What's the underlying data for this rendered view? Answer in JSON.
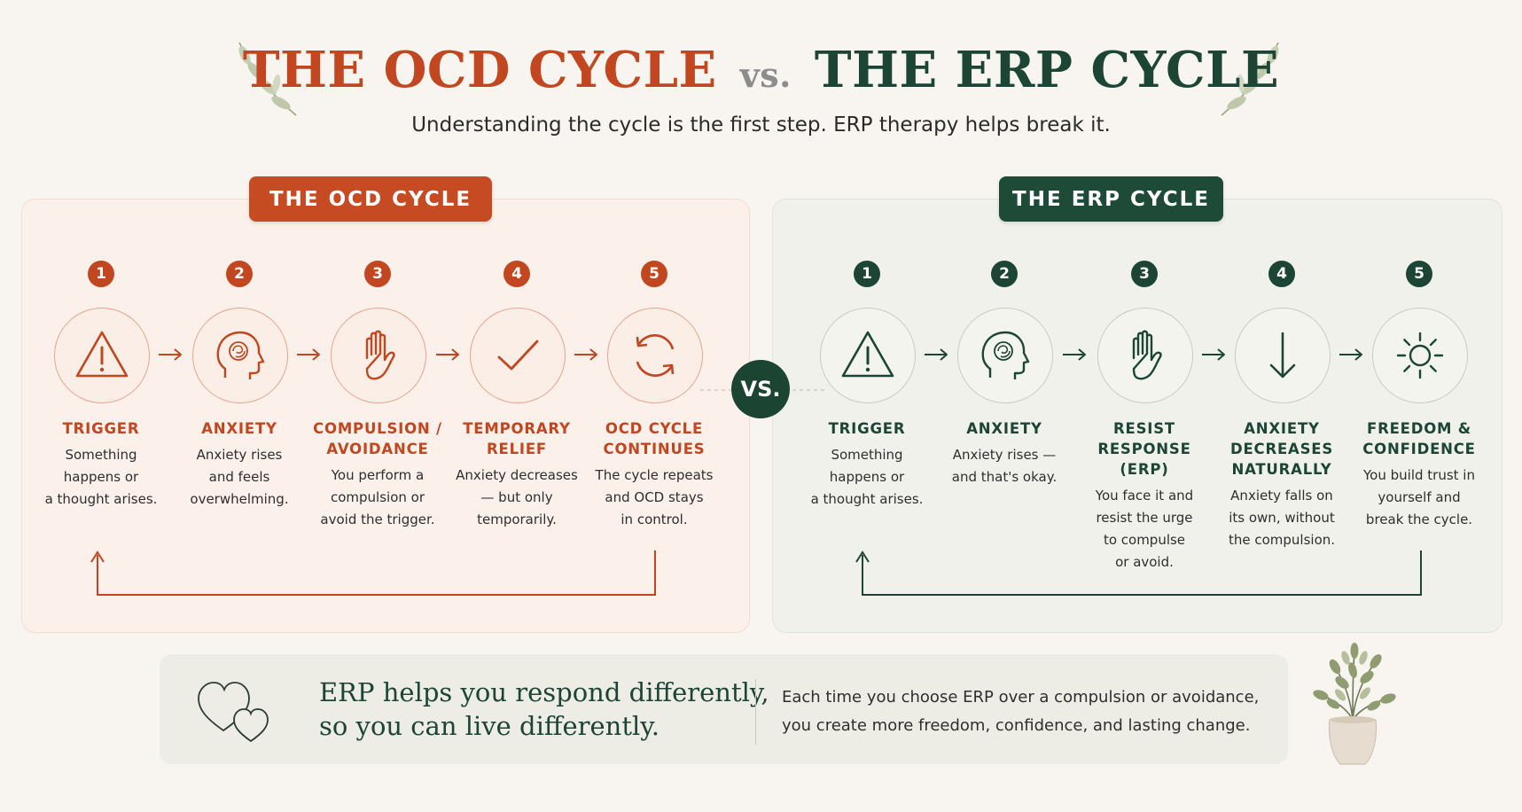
{
  "header": {
    "title_left": "THE OCD CYCLE",
    "title_vs": "vs.",
    "title_right": "THE ERP CYCLE",
    "subtitle": "Understanding the cycle is the first step. ERP therapy helps break it."
  },
  "colors": {
    "ocd_accent": "#c2461f",
    "erp_accent": "#1d4535",
    "background": "#f8f4ef"
  },
  "ocd_cycle": {
    "label": "THE OCD CYCLE",
    "steps": [
      {
        "number": "1",
        "icon": "warning-icon",
        "title_lines": [
          "TRIGGER"
        ],
        "desc_lines": [
          "Something",
          "happens or",
          "a thought arises."
        ]
      },
      {
        "number": "2",
        "icon": "head-brain-icon",
        "title_lines": [
          "ANXIETY"
        ],
        "desc_lines": [
          "Anxiety rises",
          "and feels",
          "overwhelming."
        ]
      },
      {
        "number": "3",
        "icon": "hand-icon",
        "title_lines": [
          "COMPULSION /",
          "AVOIDANCE"
        ],
        "desc_lines": [
          "You perform a",
          "compulsion or",
          "avoid the trigger."
        ]
      },
      {
        "number": "4",
        "icon": "checkmark-icon",
        "title_lines": [
          "TEMPORARY",
          "RELIEF"
        ],
        "desc_lines": [
          "Anxiety decreases",
          "— but only",
          "temporarily."
        ]
      },
      {
        "number": "5",
        "icon": "cycle-arrows-icon",
        "title_lines": [
          "OCD CYCLE",
          "CONTINUES"
        ],
        "desc_lines": [
          "The cycle repeats",
          "and OCD stays",
          "in control."
        ]
      }
    ]
  },
  "vs_badge": "VS.",
  "erp_cycle": {
    "label": "THE ERP CYCLE",
    "steps": [
      {
        "number": "1",
        "icon": "warning-icon",
        "title_lines": [
          "TRIGGER"
        ],
        "desc_lines": [
          "Something",
          "happens or",
          "a thought arises."
        ]
      },
      {
        "number": "2",
        "icon": "head-brain-icon",
        "title_lines": [
          "ANXIETY"
        ],
        "desc_lines": [
          "Anxiety rises —",
          "and that's okay."
        ]
      },
      {
        "number": "3",
        "icon": "hand-icon",
        "title_lines": [
          "RESIST",
          "RESPONSE",
          "(ERP)"
        ],
        "desc_lines": [
          "You face it and",
          "resist the urge",
          "to compulse",
          "or avoid."
        ]
      },
      {
        "number": "4",
        "icon": "down-arrow-icon",
        "title_lines": [
          "ANXIETY",
          "DECREASES",
          "NATURALLY"
        ],
        "desc_lines": [
          "Anxiety falls on",
          "its own, without",
          "the compulsion."
        ]
      },
      {
        "number": "5",
        "icon": "sun-icon",
        "title_lines": [
          "FREEDOM &",
          "CONFIDENCE"
        ],
        "desc_lines": [
          "You build trust in",
          "yourself and",
          "break the cycle."
        ]
      }
    ]
  },
  "bottom": {
    "icon": "hearts-icon",
    "quote_lines": [
      "ERP helps you respond differently,",
      "so you can live differently."
    ],
    "desc_lines": [
      "Each time you choose ERP over a compulsion or avoidance,",
      "you create more freedom, confidence, and lasting change."
    ]
  }
}
